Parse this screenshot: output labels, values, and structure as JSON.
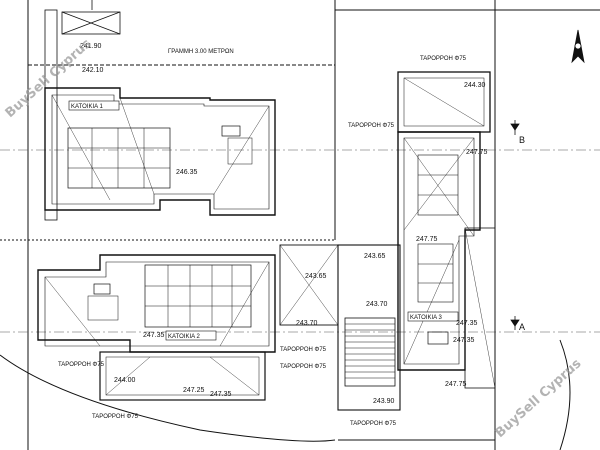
{
  "plan": {
    "line_label": "ΓΡΑΜΜΗ 3.00 ΜΕΤΡΩΝ",
    "units": [
      "ΚΑΤΟΙΚΙΑ 1",
      "ΚΑΤΟΙΚΙΑ 2",
      "ΚΑΤΟΙΚΙΑ 3"
    ],
    "drain_label": "ΤΑΡΟΡΡΟΗ Φ75",
    "grid_labels": [
      "B",
      "A"
    ],
    "levels": [
      "241.90",
      "242.10",
      "246.35",
      "244.30",
      "247.75",
      "247.75",
      "243.65",
      "243.65",
      "243.70",
      "243.70",
      "247.35",
      "247.35",
      "247.35",
      "247.75",
      "244.00",
      "247.25",
      "247.35",
      "243.90"
    ],
    "watermark": "BuySell Cyprus",
    "colors": {
      "line": "#111111",
      "grid": "#555555",
      "watermark": "#9a9a9a"
    }
  }
}
